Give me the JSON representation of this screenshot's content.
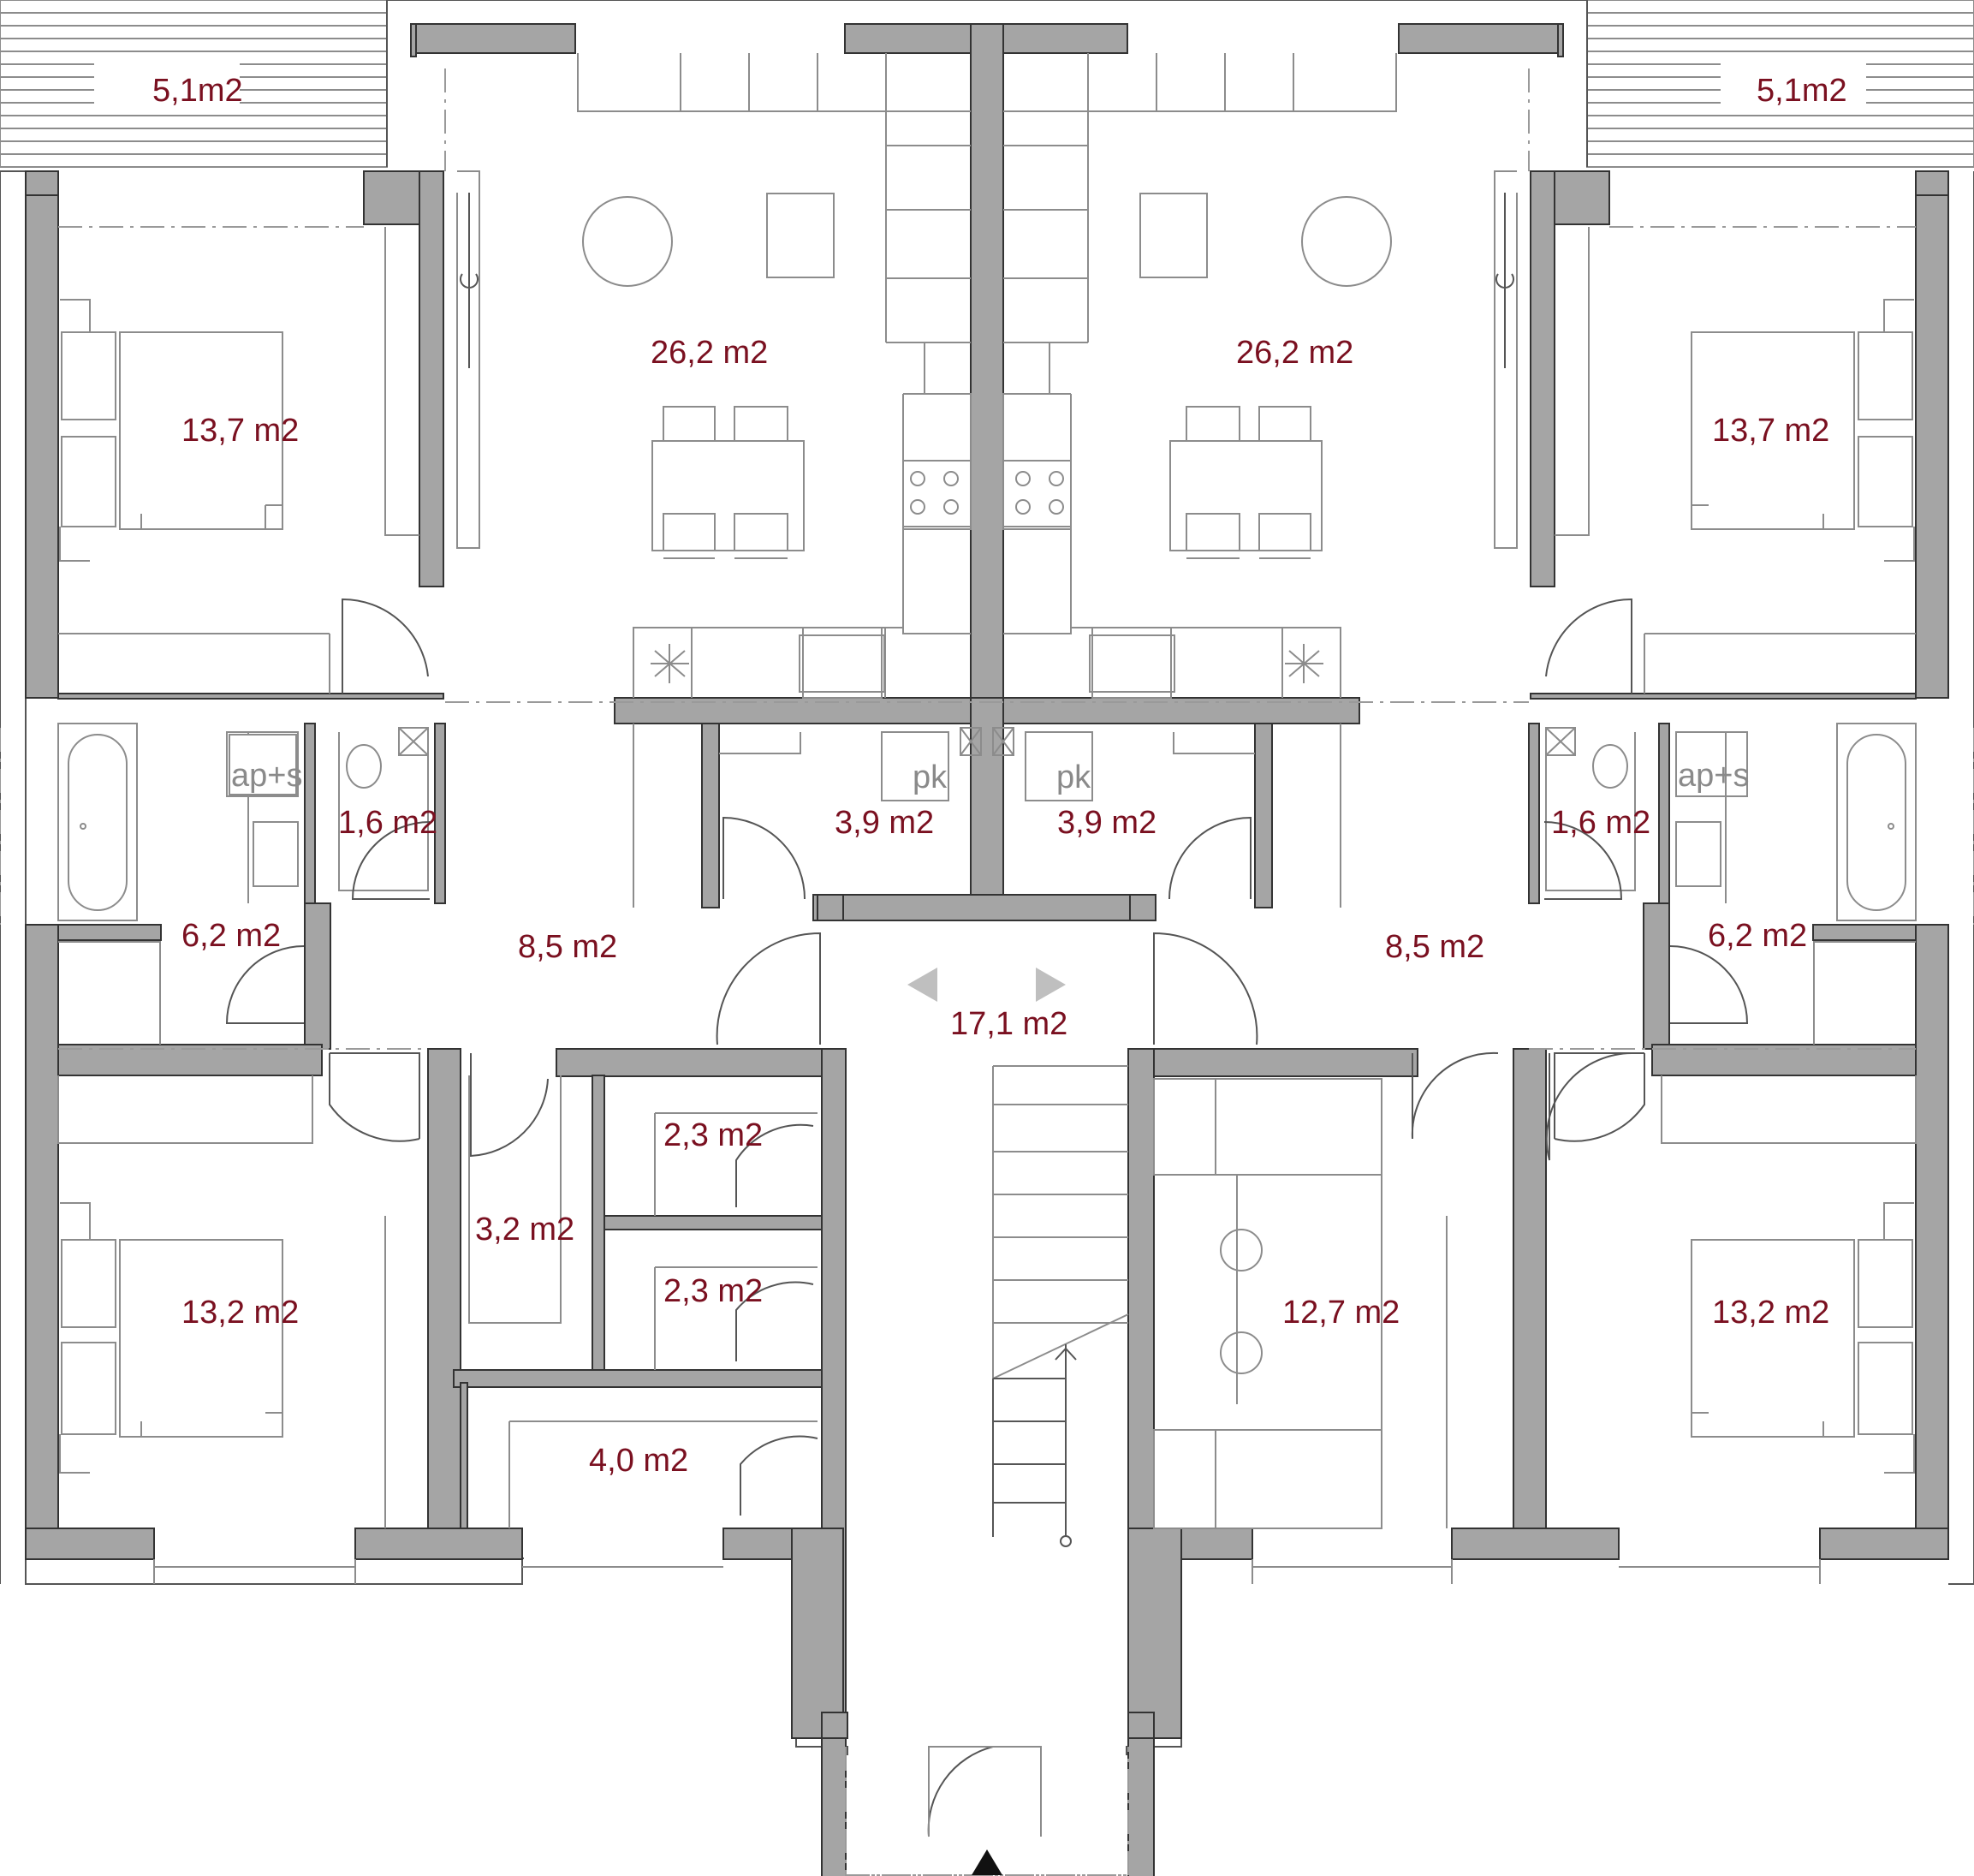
{
  "plan": {
    "rooms": [
      {
        "id": "balcony-left",
        "label": "5,1m2"
      },
      {
        "id": "balcony-right",
        "label": "5,1m2"
      },
      {
        "id": "living-kitchen-left",
        "label": "26,2 m2"
      },
      {
        "id": "living-kitchen-right",
        "label": "26,2 m2"
      },
      {
        "id": "bedroom-top-left",
        "label": "13,7 m2"
      },
      {
        "id": "bedroom-top-right",
        "label": "13,7 m2"
      },
      {
        "id": "wc-left",
        "label": "1,6 m2"
      },
      {
        "id": "wc-right",
        "label": "1,6 m2"
      },
      {
        "id": "bathroom-left",
        "label": "6,2 m2"
      },
      {
        "id": "bathroom-right",
        "label": "6,2 m2"
      },
      {
        "id": "hall-left",
        "label": "8,5 m2"
      },
      {
        "id": "hall-right",
        "label": "8,5 m2"
      },
      {
        "id": "boiler-left",
        "label": "3,9 m2"
      },
      {
        "id": "boiler-right",
        "label": "3,9 m2"
      },
      {
        "id": "staircase",
        "label": "17,1 m2"
      },
      {
        "id": "closet",
        "label": "3,2 m2"
      },
      {
        "id": "storage-1",
        "label": "2,3 m2"
      },
      {
        "id": "storage-2",
        "label": "2,3 m2"
      },
      {
        "id": "storage-3",
        "label": "4,0 m2"
      },
      {
        "id": "bedroom-bottom-left",
        "label": "13,2 m2"
      },
      {
        "id": "bedroom-bottom-right",
        "label": "13,2 m2"
      },
      {
        "id": "kids-room",
        "label": "12,7 m2"
      }
    ],
    "symbols": {
      "washer_dryer": "ap+s",
      "boiler": "pk"
    }
  }
}
